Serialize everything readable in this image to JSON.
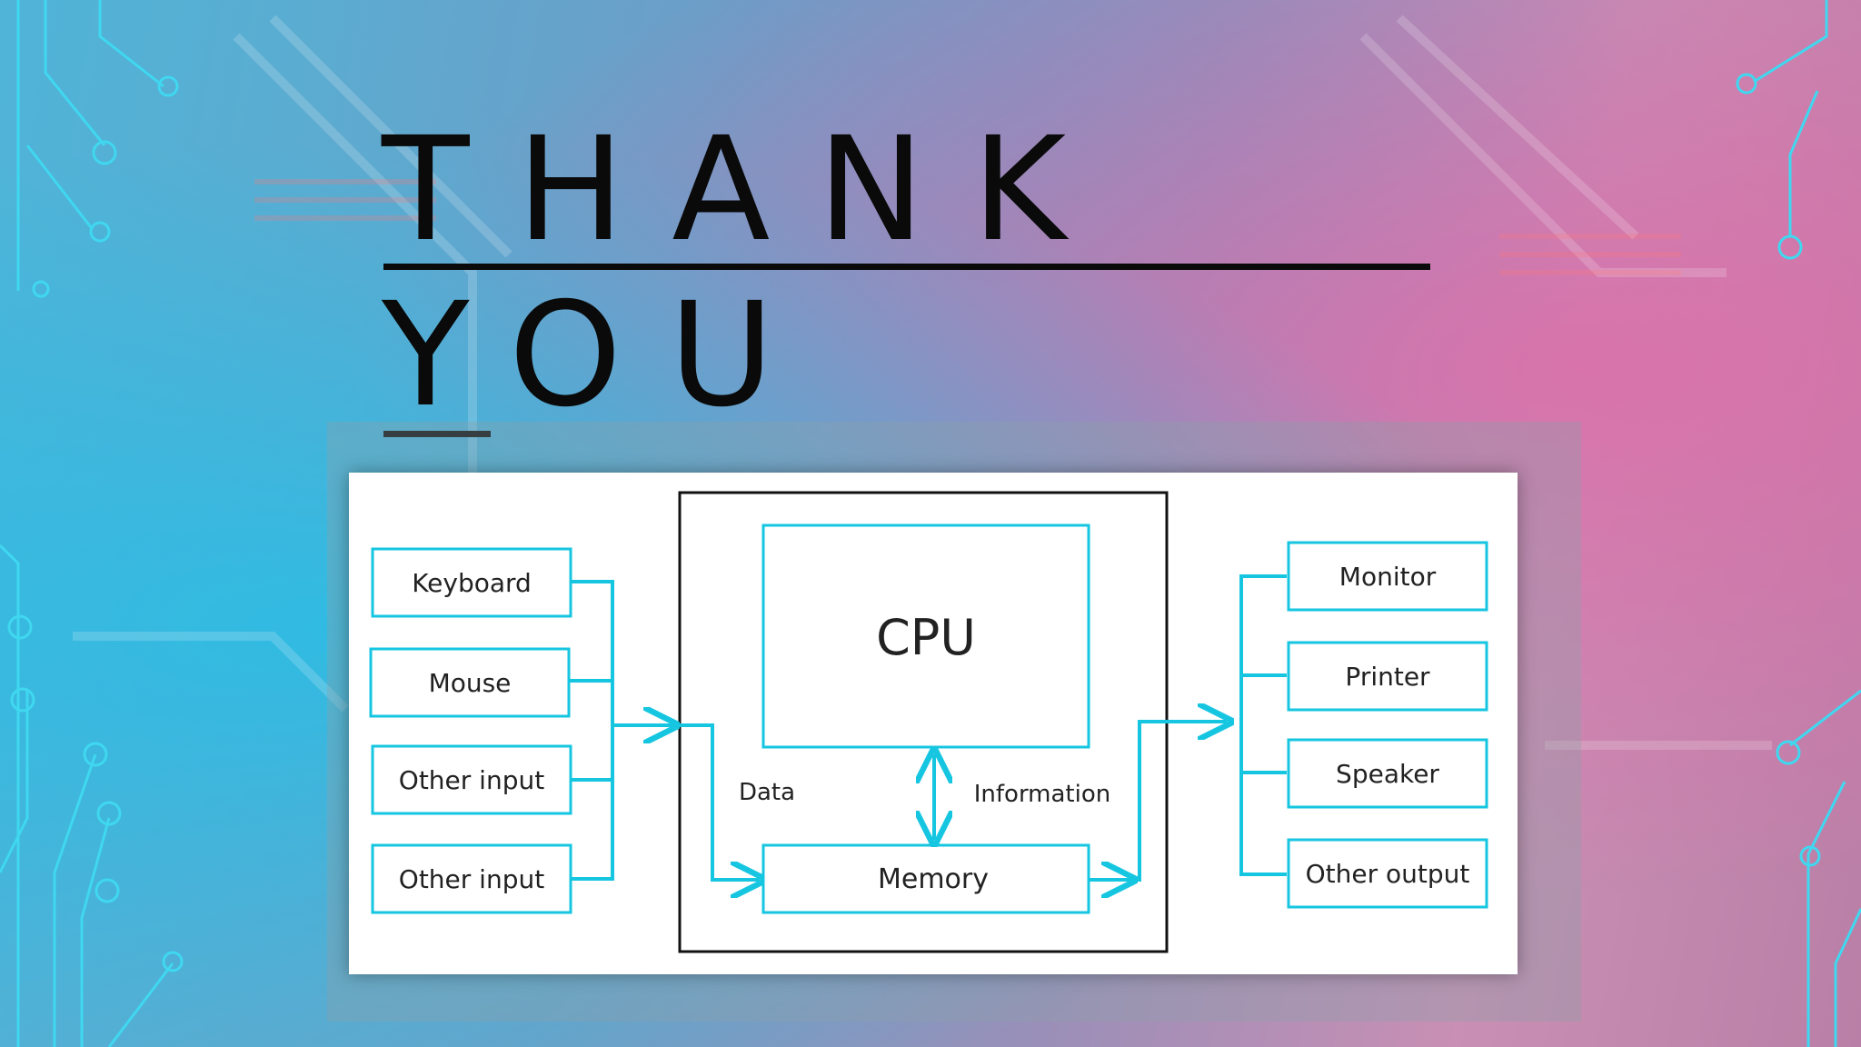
{
  "slide": {
    "title": "THANK YOU"
  },
  "diagram": {
    "inputs": [
      "Keyboard",
      "Mouse",
      "Other input",
      "Other input"
    ],
    "outputs": [
      "Monitor",
      "Printer",
      "Speaker",
      "Other output"
    ],
    "cpu_label": "CPU",
    "memory_label": "Memory",
    "data_label": "Data",
    "information_label": "Information",
    "colors": {
      "box_stroke": "#16c6e0",
      "frame": "#111111",
      "text": "#222222"
    }
  }
}
